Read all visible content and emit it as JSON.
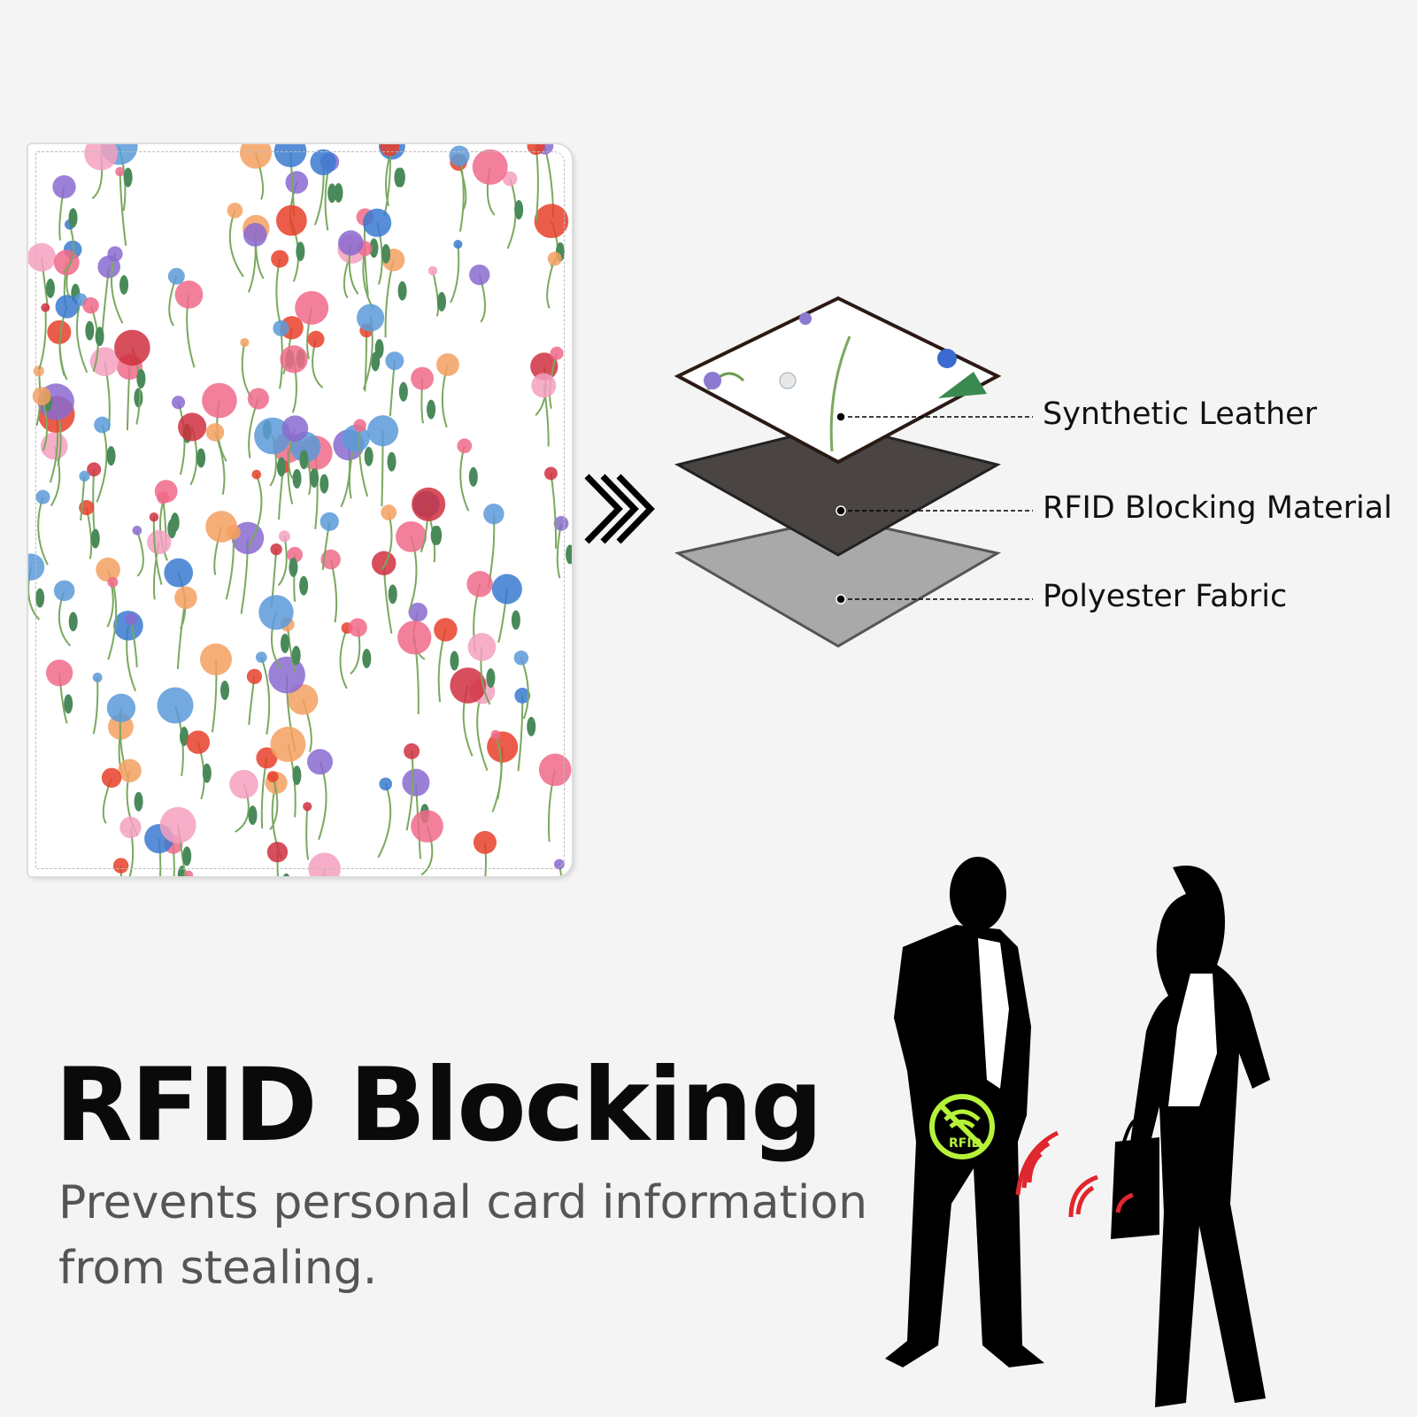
{
  "layers": [
    {
      "label": "Synthetic Leather",
      "color": "#ffffff"
    },
    {
      "label": "RFID Blocking Material",
      "color": "#4a4542"
    },
    {
      "label": "Polyester Fabric",
      "color": "#a9a9a9"
    }
  ],
  "headline": {
    "title": "RFID Blocking",
    "subtitle_line1": "Prevents personal card information",
    "subtitle_line2": "from stealing."
  },
  "badge": {
    "text": "RFID",
    "color": "#b6f23a"
  },
  "signal_color": "#e0262e"
}
